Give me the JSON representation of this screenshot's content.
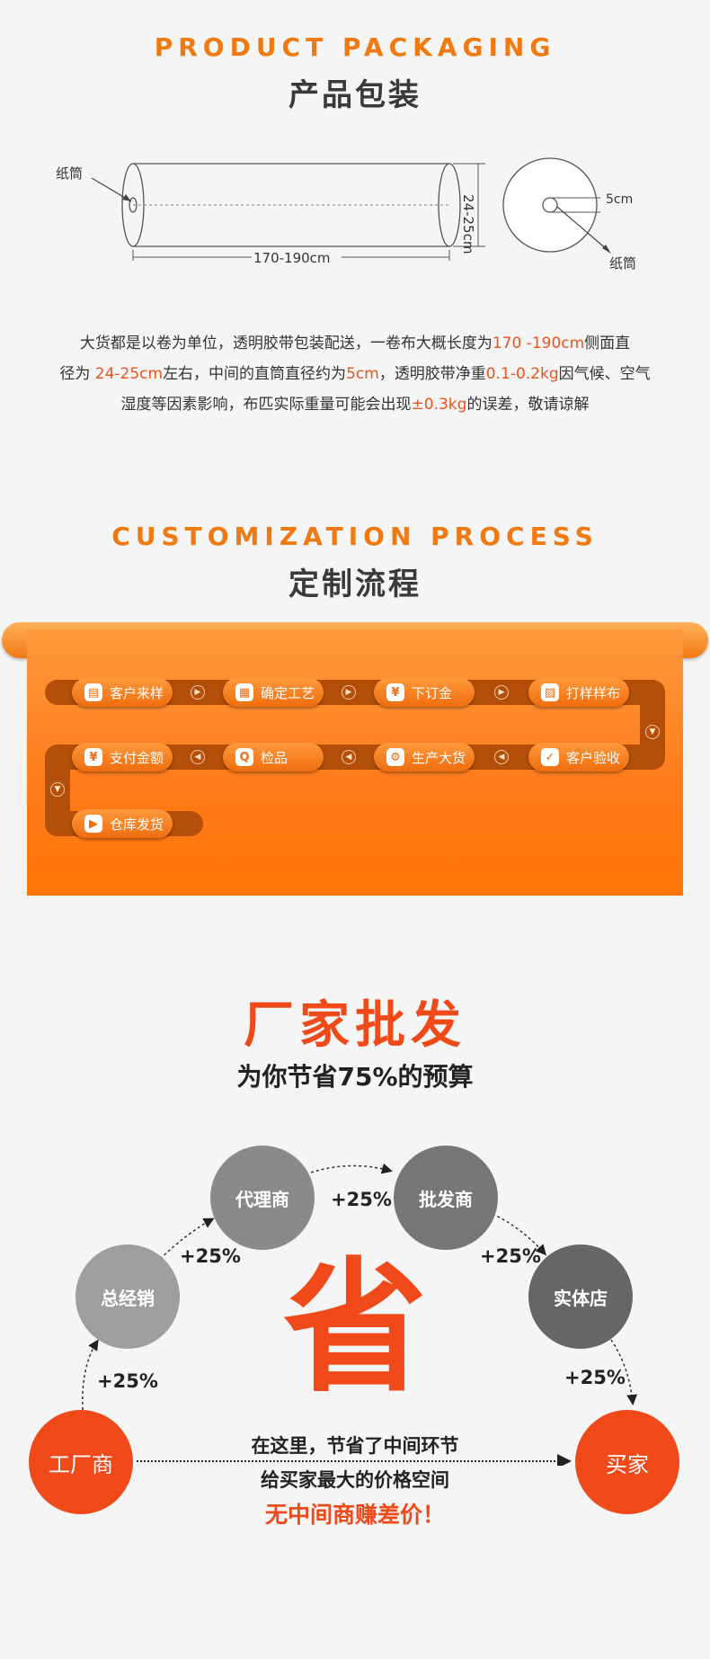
{
  "packaging": {
    "en_title": "PRODUCT PACKAGING",
    "cn_title": "产品包装",
    "label_tube_left": "纸筒",
    "label_tube_right": "纸筒",
    "length": "170-190cm",
    "diameter": "24-25cm",
    "core": "5cm",
    "desc": {
      "l1a": "大货都是以卷为单位，透明胶带包装配送，一卷布大概长度为",
      "l1b": "170 -190cm",
      "l1c": "侧面直",
      "l2a": "径为 ",
      "l2b": "24-25cm",
      "l2c": "左右，中间的直筒直径约为",
      "l2d": "5cm",
      "l2e": "，透明胶带净重",
      "l2f": "0.1-0.2kg",
      "l2g": "因气候、空气",
      "l3a": "湿度等因素影响，布匹实际重量可能会出现",
      "l3b": "±0.3kg",
      "l3c": "的误差，敬请谅解"
    }
  },
  "process": {
    "en_title": "CUSTOMIZATION PROCESS",
    "cn_title": "定制流程",
    "steps": [
      "客户来样",
      "确定工艺",
      "下订金",
      "打样样布",
      "客户验收",
      "生产大货",
      "检品",
      "支付金额",
      "仓库发货"
    ]
  },
  "wholesale": {
    "title": "厂家批发",
    "subtitle": "为你节省75%的预算",
    "big_char": "省",
    "nodes": {
      "factory": "工厂商",
      "distributor": "总经销",
      "agent": "代理商",
      "wholesaler": "批发商",
      "store": "实体店",
      "buyer": "买家"
    },
    "pct": [
      "+25%",
      "+25%",
      "+25%",
      "+25%",
      "+25%"
    ],
    "middle1": "在这里，节省了中间环节",
    "middle2": "给买家最大的价格空间",
    "middle3": "无中间商赚差价！"
  },
  "colors": {
    "orange": "#f07a12",
    "red": "#f04a1a",
    "highlight": "#e8541e"
  }
}
